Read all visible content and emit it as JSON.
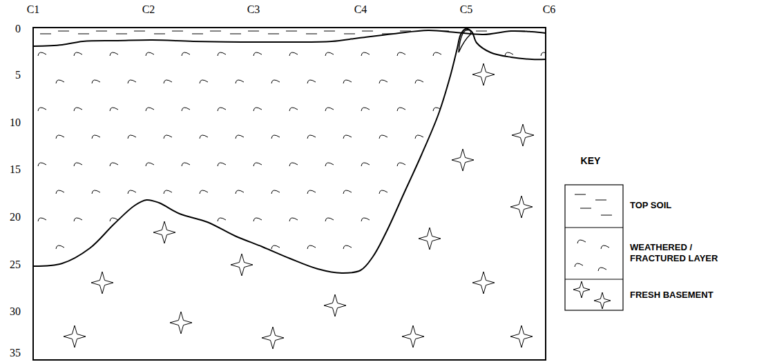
{
  "diagram": {
    "labels": [
      "C1",
      "C2",
      "C3",
      "C4",
      "C5",
      "C6",
      "0",
      "5",
      "10",
      "15",
      "20",
      "25",
      "30",
      "35",
      "KEY"
    ],
    "legend": [
      {
        "text": "TOP SOIL"
      },
      {
        "text": "WEATHERED / FRACTURED LAYER"
      },
      {
        "text": "FRESH BASEMENT"
      }
    ]
  }
}
